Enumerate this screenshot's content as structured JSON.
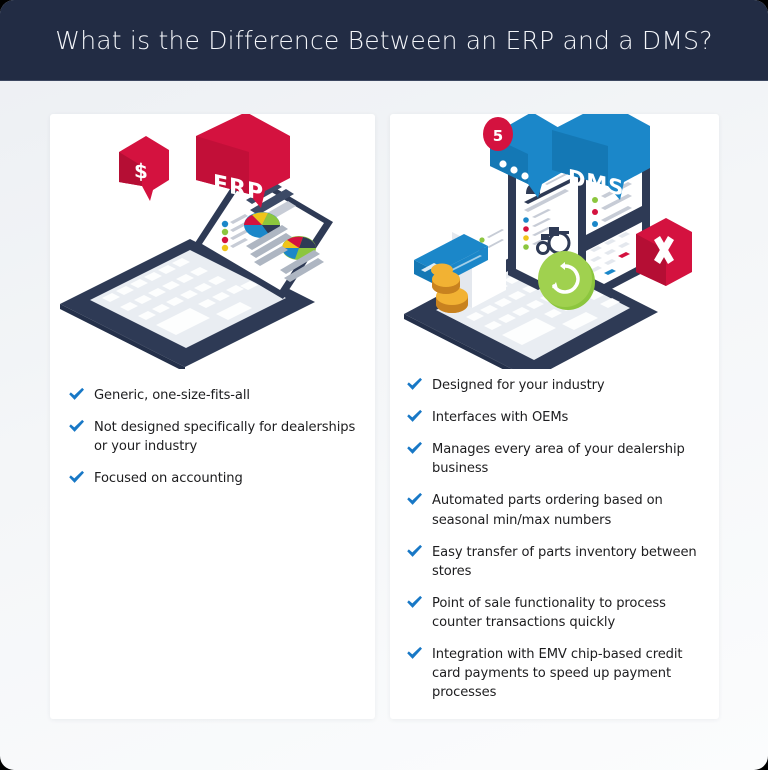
{
  "header": {
    "title": "What is the Difference Between an ERP and a DMS?",
    "background_color": "#222c44",
    "text_color": "#f4f6fa"
  },
  "theme": {
    "page_background": "#f2f4f7",
    "card_background": "#ffffff",
    "check_blue": "#1878c6",
    "accent_red": "#d4123f",
    "accent_blue": "#1b87c9",
    "accent_green": "#8cc63e",
    "dark_navy": "#2e3a55",
    "body_text": "#1d1d1f"
  },
  "columns": [
    {
      "id": "erp",
      "illustration": {
        "name": "laptop-erp-illustration",
        "badge_label": "ERP",
        "badge_color": "#d4123f",
        "money_badge_label": "$",
        "device": "laptop",
        "screen_widgets": [
          "pie-chart",
          "pie-chart",
          "text-lines",
          "legend-dots"
        ]
      },
      "bullets": [
        "Generic, one-size-fits-all",
        "Not designed specifically for dealerships or your industry",
        "Focused on accounting"
      ]
    },
    {
      "id": "dms",
      "illustration": {
        "name": "laptop-dms-illustration",
        "badge_label": "DMS",
        "badge_color": "#1b87c9",
        "notification_count": "5",
        "notification_color": "#d4123f",
        "device": "laptop",
        "screen_widgets": [
          "user-profile",
          "tractor-icon",
          "credit-card",
          "coins",
          "calendar",
          "phone",
          "chat-bubble",
          "sync-icon",
          "tools-icon"
        ]
      },
      "bullets": [
        "Designed for your industry",
        "Interfaces with OEMs",
        "Manages every area of your dealership business",
        "Automated parts ordering based on seasonal min/max numbers",
        "Easy transfer of parts inventory between stores",
        "Point of sale functionality to process counter transactions quickly",
        "Integration with EMV chip-based credit card payments to speed up payment processes"
      ]
    }
  ]
}
